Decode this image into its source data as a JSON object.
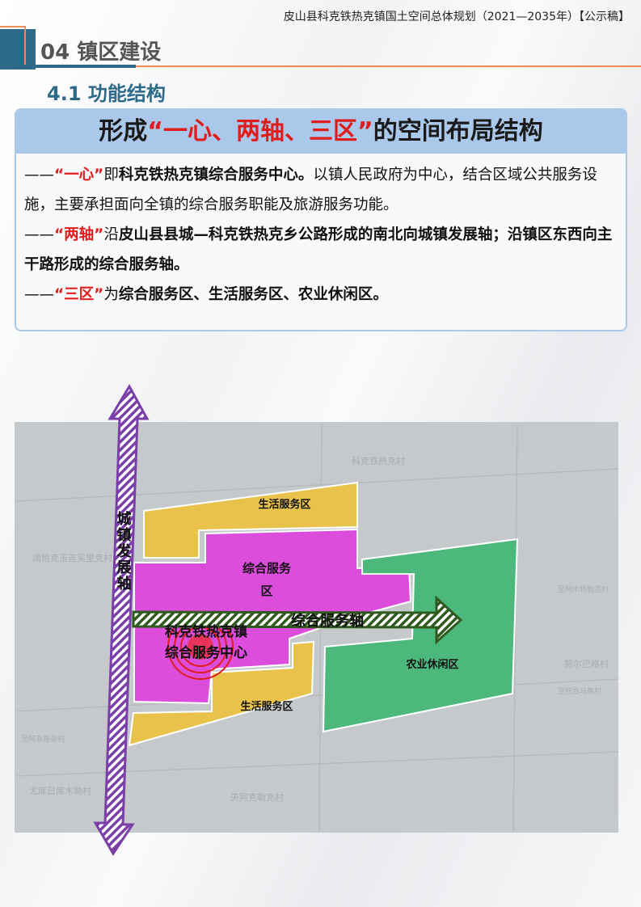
{
  "header": {
    "doc_title": "皮山县科克铁热克镇国土空间总体规划（2021—2035年）【公示稿】",
    "section": "04 镇区建设",
    "subsection": "4.1 功能结构"
  },
  "box": {
    "title_pre": "形成",
    "title_red": "“一心、两轴、三区”",
    "title_post": "的空间布局结构",
    "lines": [
      {
        "dash": "——",
        "key": "“一心”",
        "mid": "即",
        "bold": "科克铁热克镇综合服务中心。",
        "rest": "以镇人民政府为中心，结合区域公共服务设施，主要承担面向全镇的综合服务职能及旅游服务功能。"
      },
      {
        "dash": "——",
        "key": "“两轴”",
        "mid": "沿",
        "bold": "皮山县县城—科克铁热克乡公路形成的南北向城镇发展轴；沿镇区东西向主干路形成的综合服务轴。",
        "rest": ""
      },
      {
        "dash": "——",
        "key": "“三区”",
        "mid": "为",
        "bold": "综合服务区、生活服务区、农业休闲区。",
        "rest": ""
      }
    ]
  },
  "map": {
    "zone_life_north": "生活服务区",
    "zone_comp_1": "综合服务",
    "zone_comp_2": "区",
    "zone_agri": "农业休闲区",
    "zone_life_south": "生活服务区",
    "axis_ns": "城镇发展轴",
    "axis_ew": "综合服务轴",
    "center_1": "科克铁热克镇",
    "center_2": "综合服务中心",
    "villages": [
      "科克铁热克村",
      "阔恰克玉吉买里克村",
      "至阿木特勒克村",
      "努尔巴格村",
      "至托合马格村",
      "至阿亚格亚村",
      "尤库日库木勒村",
      "央阿克勒克村"
    ],
    "colors": {
      "life": "#e8c24a",
      "comp": "#dc4ddc",
      "agri": "#4cb87c",
      "axis_ns": "#7b3fa8",
      "axis_ew": "#2f5a1e",
      "center": "#e01c1c"
    }
  }
}
